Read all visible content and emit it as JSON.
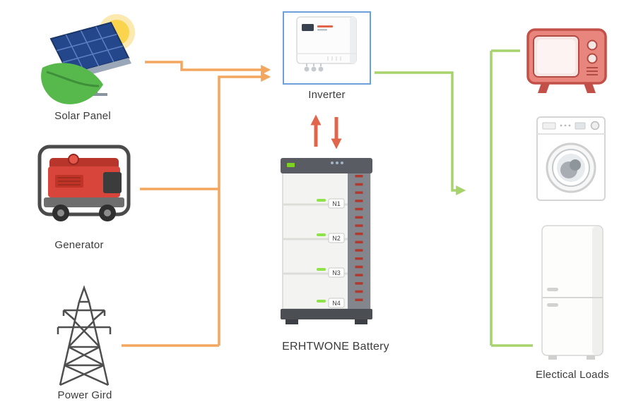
{
  "diagram": {
    "type": "energy-flow-diagram",
    "nodes": {
      "solar_panel": {
        "label": "Solar Panel"
      },
      "generator": {
        "label": "Generator"
      },
      "power_grid": {
        "label": "Power Gird"
      },
      "inverter": {
        "label": "Inverter"
      },
      "battery": {
        "label": "ERHTWONE Battery",
        "modules": [
          "N1",
          "N2",
          "N3",
          "N4"
        ]
      },
      "electrical_loads": {
        "label": "Electical Loads",
        "devices": [
          "television",
          "washing-machine",
          "refrigerator"
        ]
      }
    },
    "connections": [
      {
        "from": "solar_panel",
        "to": "inverter",
        "color": "#f2a65e",
        "direction": "one-way"
      },
      {
        "from": "generator",
        "to": "inverter",
        "color": "#f2a65e",
        "direction": "one-way"
      },
      {
        "from": "power_grid",
        "to": "inverter",
        "color": "#f2a65e",
        "direction": "one-way"
      },
      {
        "from": "inverter",
        "to": "battery",
        "color": "#e0654a",
        "direction": "two-way"
      },
      {
        "from": "inverter",
        "to": "electrical_loads",
        "color": "#a7d36c",
        "direction": "one-way"
      }
    ],
    "colors": {
      "source_arrow": "#f2a65e",
      "load_arrow": "#a7d36c",
      "exchange_arrow": "#e0654a",
      "inverter_highlight": "#6f9fd8",
      "label_text": "#3b3b3b"
    }
  }
}
